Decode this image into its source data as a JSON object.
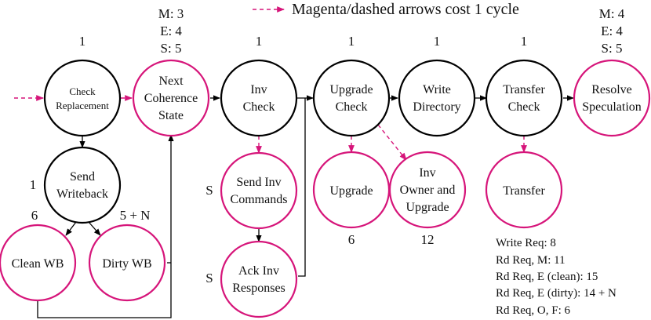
{
  "legend": {
    "text": "Magenta/dashed arrows cost 1 cycle"
  },
  "colors": {
    "accent": "#d6157a",
    "black": "#000000"
  },
  "nodes": {
    "check_replacement": {
      "lines": [
        "Check",
        "Replacement"
      ]
    },
    "next_coherence_state": {
      "lines": [
        "Next",
        "Coherence",
        "State"
      ]
    },
    "inv_check": {
      "lines": [
        "Inv",
        "Check"
      ]
    },
    "upgrade_check": {
      "lines": [
        "Upgrade",
        "Check"
      ]
    },
    "write_directory": {
      "lines": [
        "Write",
        "Directory"
      ]
    },
    "transfer_check": {
      "lines": [
        "Transfer",
        "Check"
      ]
    },
    "resolve_speculation": {
      "lines": [
        "Resolve",
        "Speculation"
      ]
    },
    "send_writeback": {
      "lines": [
        "Send",
        "Writeback"
      ]
    },
    "clean_wb": {
      "lines": [
        "Clean WB"
      ]
    },
    "dirty_wb": {
      "lines": [
        "Dirty WB"
      ]
    },
    "send_inv_commands": {
      "lines": [
        "Send Inv",
        "Commands"
      ]
    },
    "ack_inv_responses": {
      "lines": [
        "Ack Inv",
        "Responses"
      ]
    },
    "upgrade": {
      "lines": [
        "Upgrade"
      ]
    },
    "inv_owner_upgrade": {
      "lines": [
        "Inv",
        "Owner and",
        "Upgrade"
      ]
    },
    "transfer": {
      "lines": [
        "Transfer"
      ]
    }
  },
  "costs": {
    "check_replacement": "1",
    "next_coherence_state": [
      "M: 3",
      "E: 4",
      "S: 5"
    ],
    "inv_check": "1",
    "upgrade_check": "1",
    "write_directory": "1",
    "transfer_check": "1",
    "resolve_speculation": [
      "M: 4",
      "E: 4",
      "S: 5"
    ],
    "send_writeback": "1",
    "clean_wb": "6",
    "dirty_wb": "5 + N",
    "send_inv_commands": "S",
    "ack_inv_responses": "S",
    "upgrade": "6",
    "inv_owner_upgrade": "12"
  },
  "notes": [
    "Write Req: 8",
    "Rd Req, M: 11",
    "Rd Req, E (clean): 15",
    "Rd Req, E (dirty): 14 + N",
    "Rd Req, O, F: 6"
  ]
}
